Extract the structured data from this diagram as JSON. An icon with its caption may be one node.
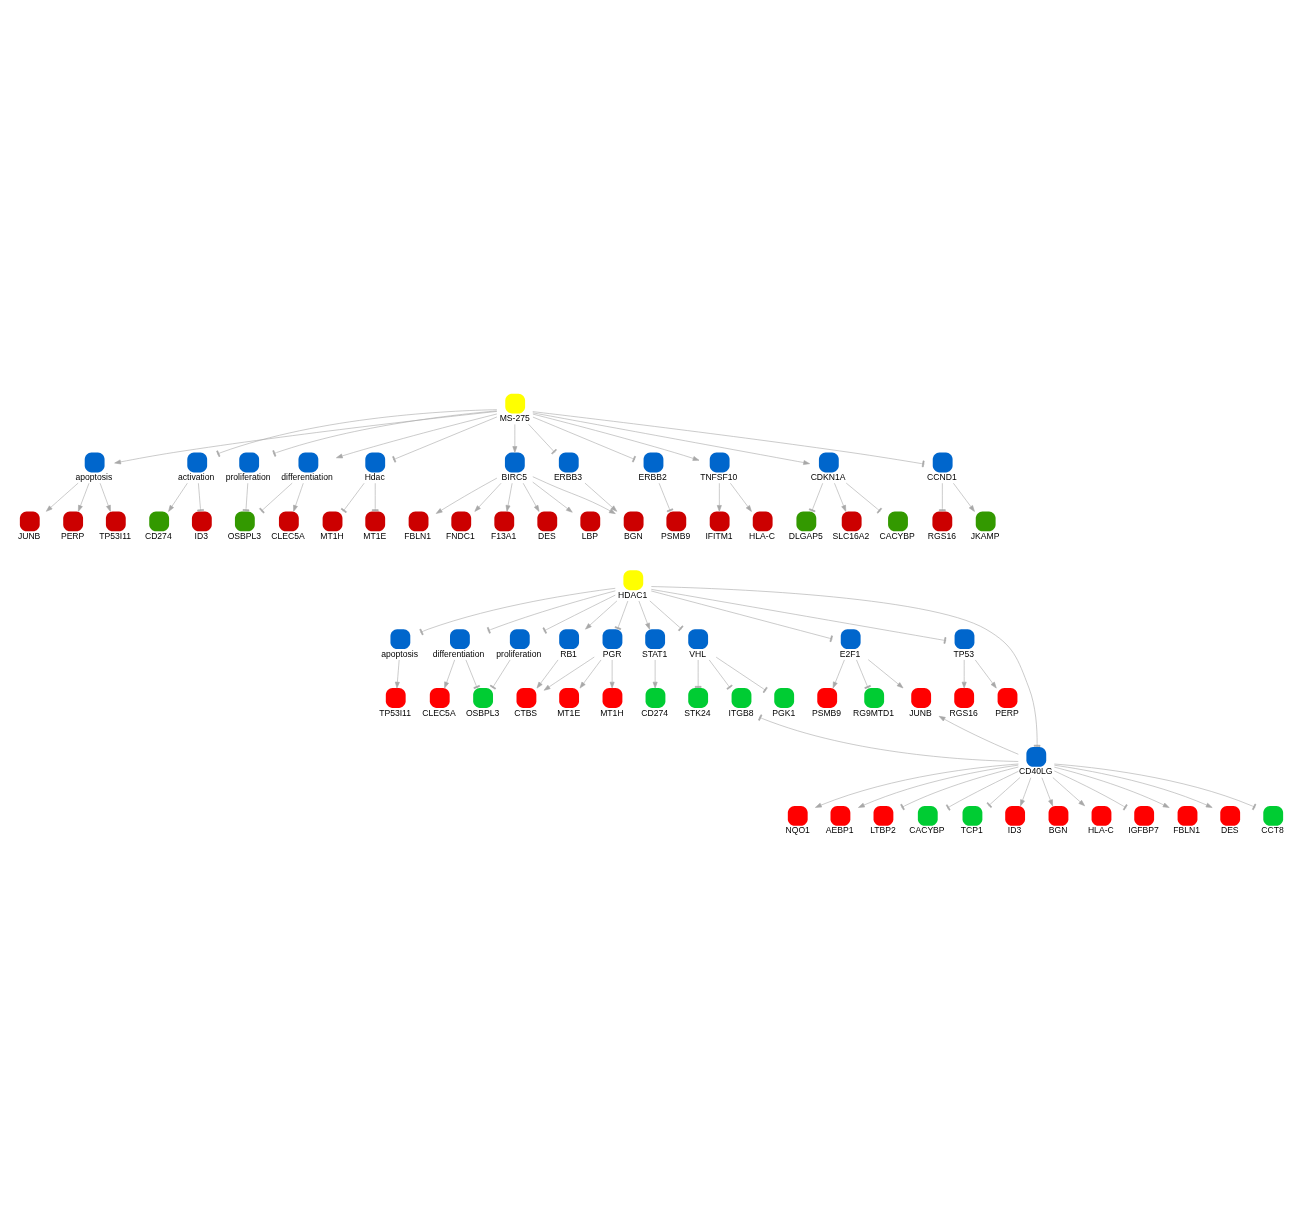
{
  "diagram": {
    "nodes": [
      {
        "text": [
          "MS-275"
        ]
      },
      {
        "text": [
          "apoptosis"
        ]
      },
      {
        "text": [
          "PERP"
        ]
      },
      {
        "text": [
          "TP53I11"
        ]
      },
      {
        "text": [
          "JUNB"
        ]
      },
      {
        "text": [
          "ID3"
        ]
      },
      {
        "text": [
          "activation"
        ]
      },
      {
        "text": [
          "CD274"
        ]
      },
      {
        "text": [
          "proliferation"
        ]
      },
      {
        "text": [
          "OSBPL3"
        ]
      },
      {
        "text": [
          "differentiation"
        ]
      },
      {
        "text": [
          "CLEC5A"
        ]
      },
      {
        "text": [
          "Hdac"
        ]
      },
      {
        "text": [
          "BIRC5"
        ]
      },
      {
        "text": [
          "ERBB3"
        ]
      },
      {
        "text": [
          "ERBB2"
        ]
      },
      {
        "text": [
          "TNFSF10"
        ]
      },
      {
        "text": [
          "CDKN1A"
        ]
      },
      {
        "text": [
          "CCND1"
        ]
      },
      {
        "text": [
          "MT1E"
        ]
      },
      {
        "text": [
          "MT1H"
        ]
      },
      {
        "text": [
          "F13A1"
        ]
      },
      {
        "text": [
          "DES"
        ]
      },
      {
        "text": [
          "LBP"
        ]
      },
      {
        "text": [
          "FBLN1"
        ]
      },
      {
        "text": [
          "FNDC1"
        ]
      },
      {
        "text": [
          "BGN"
        ]
      },
      {
        "text": [
          "PSMB9"
        ]
      },
      {
        "text": [
          "HLA-C"
        ]
      },
      {
        "text": [
          "IFITM1"
        ]
      },
      {
        "text": [
          "SLC16A2"
        ]
      },
      {
        "text": [
          "CACYBP"
        ]
      },
      {
        "text": [
          "DLGAP5"
        ]
      },
      {
        "text": [
          "JKAMP"
        ]
      },
      {
        "text": [
          "RGS16"
        ]
      },
      {
        "text": [
          "HDAC1"
        ]
      },
      {
        "text": [
          "TP53I11"
        ]
      },
      {
        "text": [
          "apoptosis"
        ]
      },
      {
        "text": [
          "RB1"
        ]
      },
      {
        "text": [
          "CTBS"
        ]
      },
      {
        "text": [
          "CLEC5A"
        ]
      },
      {
        "text": [
          "differentiation"
        ]
      },
      {
        "text": [
          "MT1E"
        ]
      },
      {
        "text": [
          "OSBPL3"
        ]
      },
      {
        "text": [
          "proliferation"
        ]
      },
      {
        "text": [
          "PGR"
        ]
      },
      {
        "text": [
          "MT1H"
        ]
      },
      {
        "text": [
          "STAT1"
        ]
      },
      {
        "text": [
          "VHL"
        ]
      },
      {
        "text": [
          "E2F1"
        ]
      },
      {
        "text": [
          "TP53"
        ]
      },
      {
        "text": [
          "CD274"
        ]
      },
      {
        "text": [
          "PGK1"
        ]
      },
      {
        "text": [
          "STK24"
        ]
      },
      {
        "text": [
          "ITGB8"
        ]
      },
      {
        "text": [
          "JUNB"
        ]
      },
      {
        "text": [
          "PSMB9"
        ]
      },
      {
        "text": [
          "RG9MTD1"
        ]
      },
      {
        "text": [
          "RGS16"
        ]
      },
      {
        "text": [
          "PERP"
        ]
      },
      {
        "text": [
          "CD40LG"
        ]
      },
      {
        "text": [
          "NQO1"
        ]
      },
      {
        "text": [
          "AEBP1"
        ]
      },
      {
        "text": [
          "LTBP2"
        ]
      },
      {
        "text": [
          "CACYBP"
        ]
      },
      {
        "text": [
          "TCP1"
        ]
      },
      {
        "text": [
          "ID3"
        ]
      },
      {
        "text": [
          "BGN"
        ]
      },
      {
        "text": [
          "HLA-C"
        ]
      },
      {
        "text": [
          "IGFBP7"
        ]
      },
      {
        "text": [
          "FBLN1"
        ]
      },
      {
        "text": [
          "DES"
        ]
      },
      {
        "text": [
          "CCT8"
        ]
      }
    ],
    "edges": [
      {
        "from": 0,
        "to": 1,
        "arrow": "to"
      },
      {
        "from": 1,
        "to": 2,
        "arrow": "to"
      },
      {
        "from": 1,
        "to": 3,
        "arrow": "to"
      },
      {
        "from": 1,
        "to": 4,
        "arrow": "to"
      },
      {
        "from": 0,
        "to": 6,
        "arrow": "other"
      },
      {
        "from": 6,
        "to": 5,
        "arrow": "other"
      },
      {
        "from": 6,
        "to": 7,
        "arrow": "to"
      },
      {
        "from": 0,
        "to": 8,
        "arrow": "other"
      },
      {
        "from": 8,
        "to": 9,
        "arrow": "other"
      },
      {
        "from": 10,
        "to": 9,
        "arrow": "other"
      },
      {
        "from": 0,
        "to": 10,
        "arrow": "to"
      },
      {
        "from": 10,
        "to": 11,
        "arrow": "to"
      },
      {
        "from": 0,
        "to": 12,
        "arrow": "other"
      },
      {
        "from": 0,
        "to": 13,
        "arrow": "to"
      },
      {
        "from": 0,
        "to": 14,
        "arrow": "other"
      },
      {
        "from": 0,
        "to": 15,
        "arrow": "other"
      },
      {
        "from": 0,
        "to": 16,
        "arrow": "to"
      },
      {
        "from": 0,
        "to": 17,
        "arrow": "to"
      },
      {
        "from": 0,
        "to": 18,
        "arrow": "other"
      },
      {
        "from": 12,
        "to": 19,
        "arrow": "other"
      },
      {
        "from": 12,
        "to": 20,
        "arrow": "other"
      },
      {
        "from": 13,
        "to": 21,
        "arrow": "to"
      },
      {
        "from": 13,
        "to": 22,
        "arrow": "to"
      },
      {
        "from": 13,
        "to": 23,
        "arrow": "to"
      },
      {
        "from": 13,
        "to": 24,
        "arrow": "to"
      },
      {
        "from": 13,
        "to": 25,
        "arrow": "to"
      },
      {
        "from": 13,
        "to": 26,
        "arrow": "to"
      },
      {
        "from": 14,
        "to": 26,
        "arrow": "to"
      },
      {
        "from": 15,
        "to": 27,
        "arrow": "other"
      },
      {
        "from": 16,
        "to": 28,
        "arrow": "to"
      },
      {
        "from": 16,
        "to": 29,
        "arrow": "to"
      },
      {
        "from": 17,
        "to": 30,
        "arrow": "to"
      },
      {
        "from": 17,
        "to": 31,
        "arrow": "other"
      },
      {
        "from": 17,
        "to": 32,
        "arrow": "other"
      },
      {
        "from": 18,
        "to": 33,
        "arrow": "to"
      },
      {
        "from": 18,
        "to": 34,
        "arrow": "other"
      },
      {
        "from": 35,
        "to": 37,
        "arrow": "other"
      },
      {
        "from": 37,
        "to": 36,
        "arrow": "to"
      },
      {
        "from": 35,
        "to": 41,
        "arrow": "other"
      },
      {
        "from": 41,
        "to": 40,
        "arrow": "to"
      },
      {
        "from": 41,
        "to": 43,
        "arrow": "other"
      },
      {
        "from": 44,
        "to": 43,
        "arrow": "other"
      },
      {
        "from": 35,
        "to": 44,
        "arrow": "other"
      },
      {
        "from": 35,
        "to": 38,
        "arrow": "to"
      },
      {
        "from": 38,
        "to": 39,
        "arrow": "to"
      },
      {
        "from": 35,
        "to": 45,
        "arrow": "other"
      },
      {
        "from": 45,
        "to": 39,
        "arrow": "to"
      },
      {
        "from": 45,
        "to": 42,
        "arrow": "to"
      },
      {
        "from": 45,
        "to": 46,
        "arrow": "to"
      },
      {
        "from": 35,
        "to": 47,
        "arrow": "to"
      },
      {
        "from": 35,
        "to": 48,
        "arrow": "other"
      },
      {
        "from": 35,
        "to": 60,
        "arrow": "other"
      },
      {
        "from": 35,
        "to": 49,
        "arrow": "other"
      },
      {
        "from": 35,
        "to": 50,
        "arrow": "other"
      },
      {
        "from": 47,
        "to": 51,
        "arrow": "to"
      },
      {
        "from": 48,
        "to": 52,
        "arrow": "other"
      },
      {
        "from": 48,
        "to": 53,
        "arrow": "other"
      },
      {
        "from": 48,
        "to": 54,
        "arrow": "other"
      },
      {
        "from": 49,
        "to": 55,
        "arrow": "to"
      },
      {
        "from": 49,
        "to": 56,
        "arrow": "to"
      },
      {
        "from": 49,
        "to": 57,
        "arrow": "other"
      },
      {
        "from": 50,
        "to": 58,
        "arrow": "to"
      },
      {
        "from": 50,
        "to": 59,
        "arrow": "to"
      },
      {
        "from": 60,
        "to": 54,
        "arrow": "other"
      },
      {
        "from": 60,
        "to": 55,
        "arrow": "to"
      },
      {
        "from": 60,
        "to": 61,
        "arrow": "to"
      },
      {
        "from": 60,
        "to": 62,
        "arrow": "to"
      },
      {
        "from": 60,
        "to": 63,
        "arrow": "other"
      },
      {
        "from": 60,
        "to": 64,
        "arrow": "other"
      },
      {
        "from": 60,
        "to": 65,
        "arrow": "other"
      },
      {
        "from": 60,
        "to": 66,
        "arrow": "to"
      },
      {
        "from": 60,
        "to": 67,
        "arrow": "to"
      },
      {
        "from": 60,
        "to": 68,
        "arrow": "to"
      },
      {
        "from": 60,
        "to": 69,
        "arrow": "other"
      },
      {
        "from": 60,
        "to": 70,
        "arrow": "to"
      },
      {
        "from": 60,
        "to": 71,
        "arrow": "to"
      },
      {
        "from": 60,
        "to": 72,
        "arrow": "other"
      }
    ]
  }
}
